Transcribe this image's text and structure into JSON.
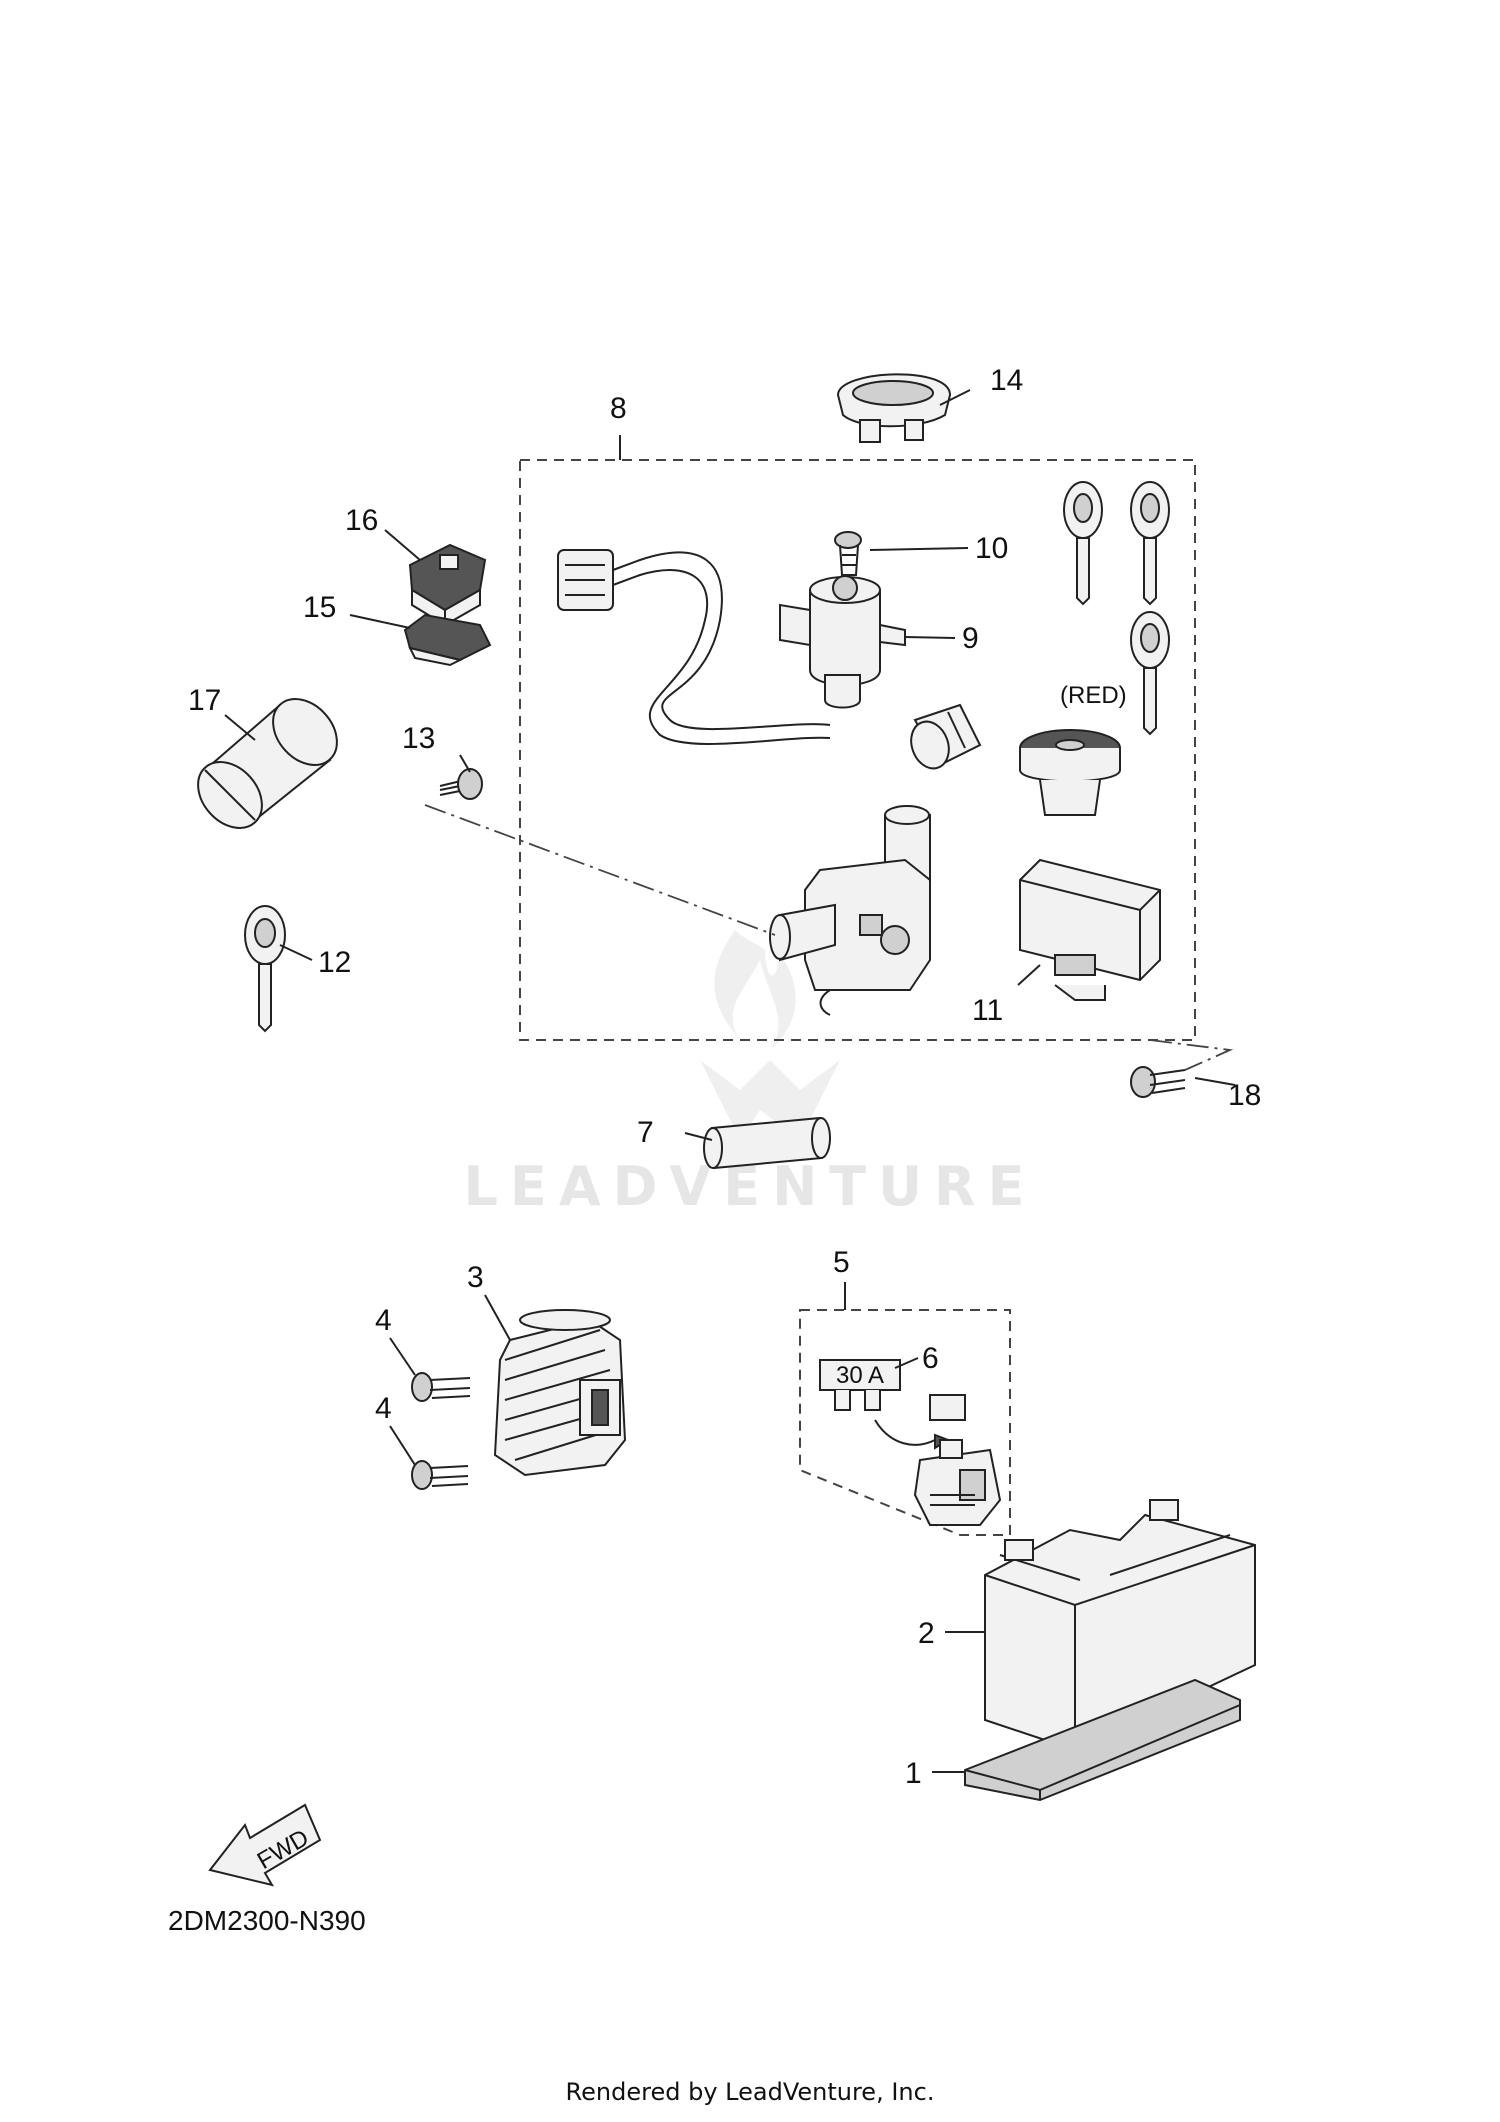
{
  "diagram_code": "2DM2300-N390",
  "footer": "Rendered by LeadVenture, Inc.",
  "watermark": "LEADVENTURE",
  "direction_label": "FWD",
  "fuse_rating": "30 A",
  "key_note": "(RED)",
  "callouts": [
    "1",
    "2",
    "3",
    "4",
    "5",
    "6",
    "7",
    "8",
    "9",
    "10",
    "11",
    "12",
    "13",
    "14",
    "15",
    "16",
    "17",
    "18"
  ],
  "icons": [
    "fwd-arrow-icon",
    "leadventure-flame-icon"
  ]
}
